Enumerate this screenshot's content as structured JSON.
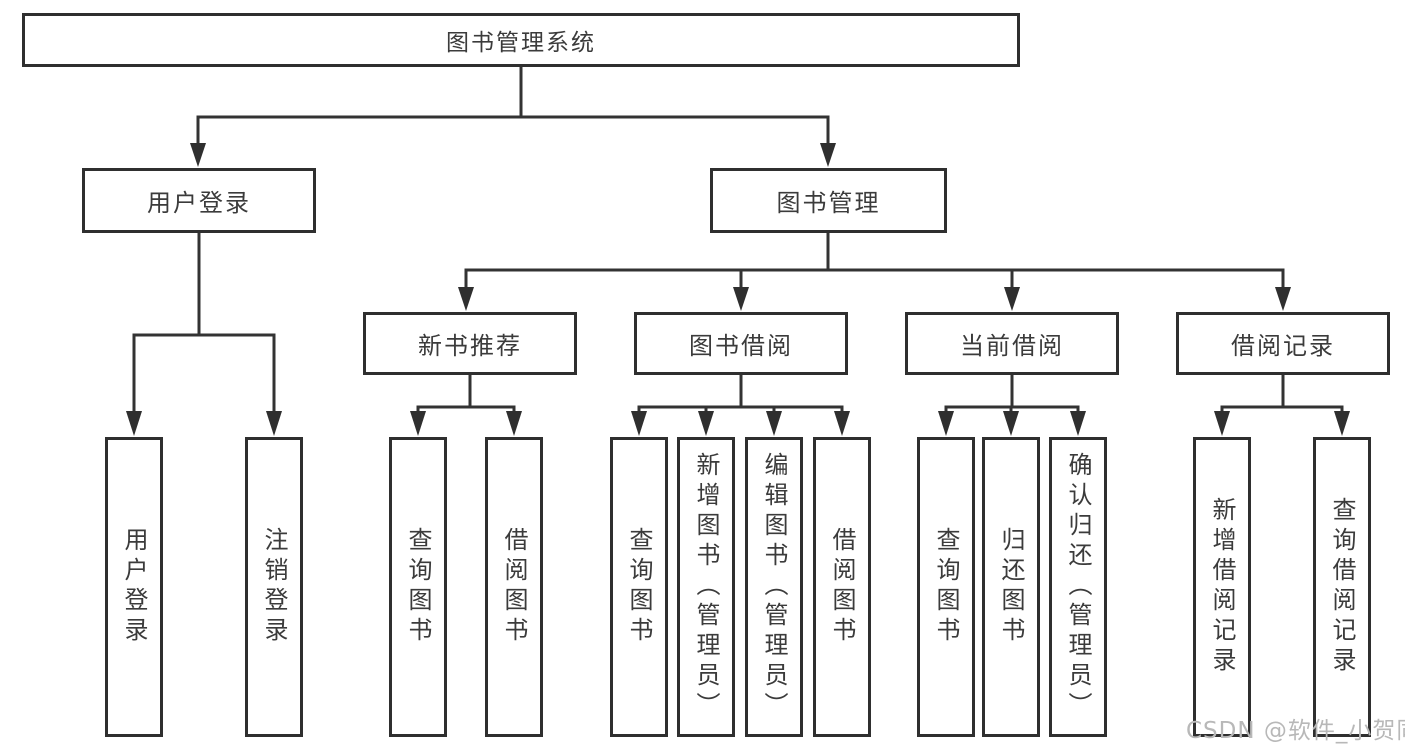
{
  "diagram": {
    "root": "图书管理系统",
    "level2": [
      "用户登录",
      "图书管理"
    ],
    "level3": [
      "新书推荐",
      "图书借阅",
      "当前借阅",
      "借阅记录"
    ],
    "leaves_user_login": [
      "用户登录",
      "注销登录"
    ],
    "leaves_new_book": [
      "查询图书",
      "借阅图书"
    ],
    "leaves_book_borrow": [
      "查询图书",
      "新增图书（管理员）",
      "编辑图书（管理员）",
      "借阅图书"
    ],
    "leaves_current_borrow": [
      "查询图书",
      "归还图书",
      "确认归还（管理员）"
    ],
    "leaves_borrow_record": [
      "新增借阅记录",
      "查询借阅记录"
    ]
  },
  "watermark": "CSDN @软件_小贺同学",
  "colors": {
    "line": "#333333",
    "text": "#3b3b3b",
    "background": "#ffffff",
    "watermark": "#b8b8b8"
  }
}
